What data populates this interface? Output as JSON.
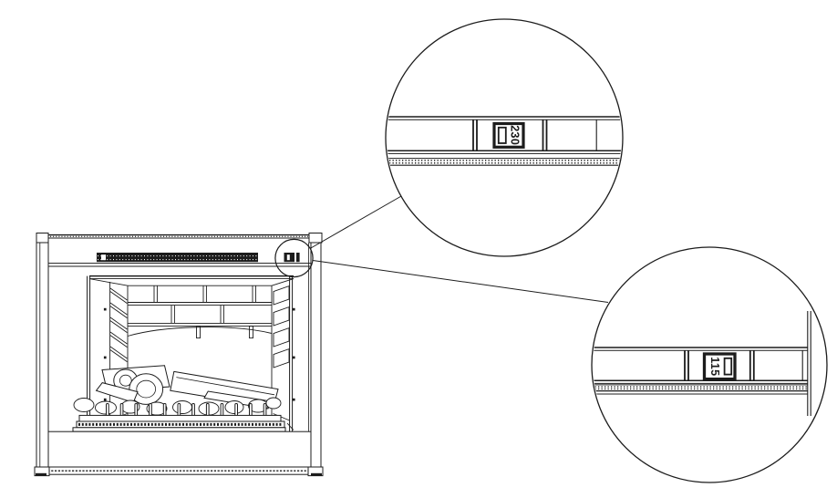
{
  "diagram": {
    "background_color": "#ffffff",
    "line_color": "#1c1c1c",
    "subject": "fireplace-insert-voltage-switch-callouts",
    "callouts": [
      {
        "switch_label": "230",
        "slider_side": "left"
      },
      {
        "switch_label": "115",
        "slider_side": "right"
      }
    ]
  }
}
